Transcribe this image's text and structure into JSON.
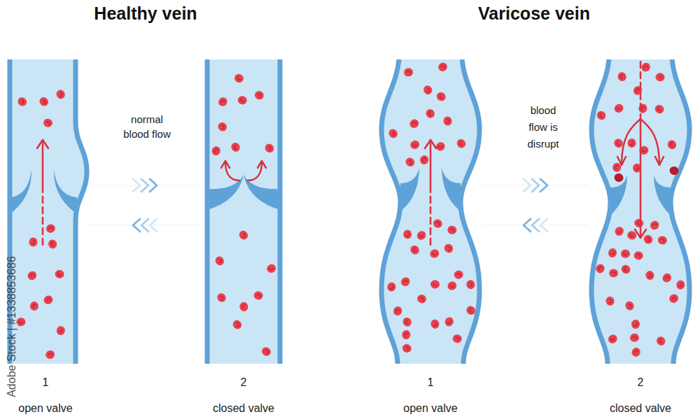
{
  "diagram": {
    "nodes": [
      {
        "text": [
          "1",
          "open valve"
        ]
      },
      {
        "text": [
          "2",
          "closed valve"
        ]
      },
      {
        "text": [
          "1",
          "open valve"
        ]
      },
      {
        "text": [
          "2",
          "closed valve"
        ]
      }
    ],
    "edges": [
      {
        "from": 0,
        "to": 1,
        "arrow": "to"
      },
      {
        "from": 1,
        "to": 0,
        "arrow": "to"
      },
      {
        "from": 2,
        "to": 3,
        "arrow": "to"
      },
      {
        "from": 3,
        "to": 2,
        "arrow": "to"
      }
    ],
    "labels": [
      "Healthy vein",
      "Varicose vein",
      "normal blood flow",
      "blood flow is disrupt",
      "Adobe Stock | #1338853686"
    ]
  }
}
